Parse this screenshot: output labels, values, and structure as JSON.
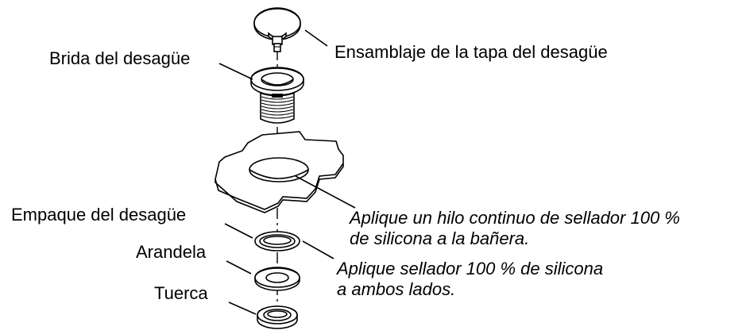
{
  "labels": {
    "cap_assembly": "Ensamblaje de la tapa del desagüe",
    "drain_flange": "Brida del desagüe",
    "drain_gasket": "Empaque del desagüe",
    "washer": "Arandela",
    "nut": "Tuerca"
  },
  "notes": {
    "tub_sealant_line1": "Aplique un hilo continuo de sellador 100 %",
    "tub_sealant_line2": "de silicona a la bañera.",
    "gasket_sealant_line1": "Aplique sellador 100 % de silicona",
    "gasket_sealant_line2": "a ambos lados."
  }
}
